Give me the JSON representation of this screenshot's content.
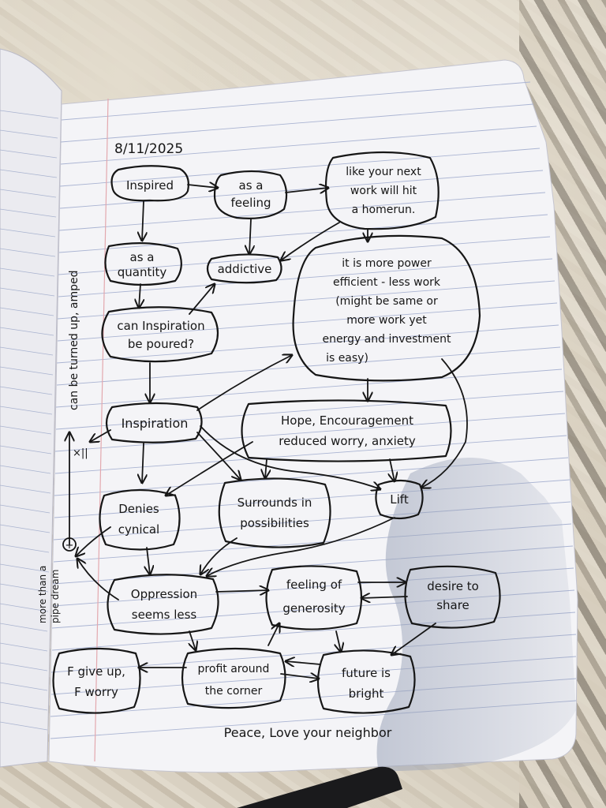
{
  "date": "8/11/2025",
  "nodes": {
    "inspired": [
      "Inspired"
    ],
    "as_a_feeling": [
      "as a",
      "feeling"
    ],
    "homerun": [
      "like your next",
      "work will hit",
      "a homerun."
    ],
    "as_a_quantity": [
      "as a",
      "quantity"
    ],
    "addictive": [
      "addictive"
    ],
    "power_efficient": [
      "it is more power",
      "efficient - less work",
      "(might be same or",
      "more work yet",
      "energy and investment",
      "is easy)"
    ],
    "can_be_poured": [
      "can Inspiration",
      "be poured?"
    ],
    "inspiration": [
      "Inspiration"
    ],
    "hope": [
      "Hope, Encouragement",
      "reduced worry, anxiety"
    ],
    "denies_cynical": [
      "Denies",
      "cynical"
    ],
    "surrounds": [
      "Surrounds in",
      "possibilities"
    ],
    "lift": [
      "Lift"
    ],
    "oppression": [
      "Oppression",
      "seems less"
    ],
    "generosity": [
      "feeling of",
      "generosity"
    ],
    "desire_to_share": [
      "desire to",
      "share"
    ],
    "give_up": [
      "F give up,",
      "F worry"
    ],
    "profit": [
      "profit around",
      "the corner"
    ],
    "future": [
      "future is",
      "bright"
    ]
  },
  "annotations": {
    "turned_up": "can be turned up, amped",
    "plus": "+",
    "pipe_dream": [
      "more than a",
      "pipe dream"
    ],
    "tick": "×||"
  },
  "footer": "Peace, Love your neighbor"
}
